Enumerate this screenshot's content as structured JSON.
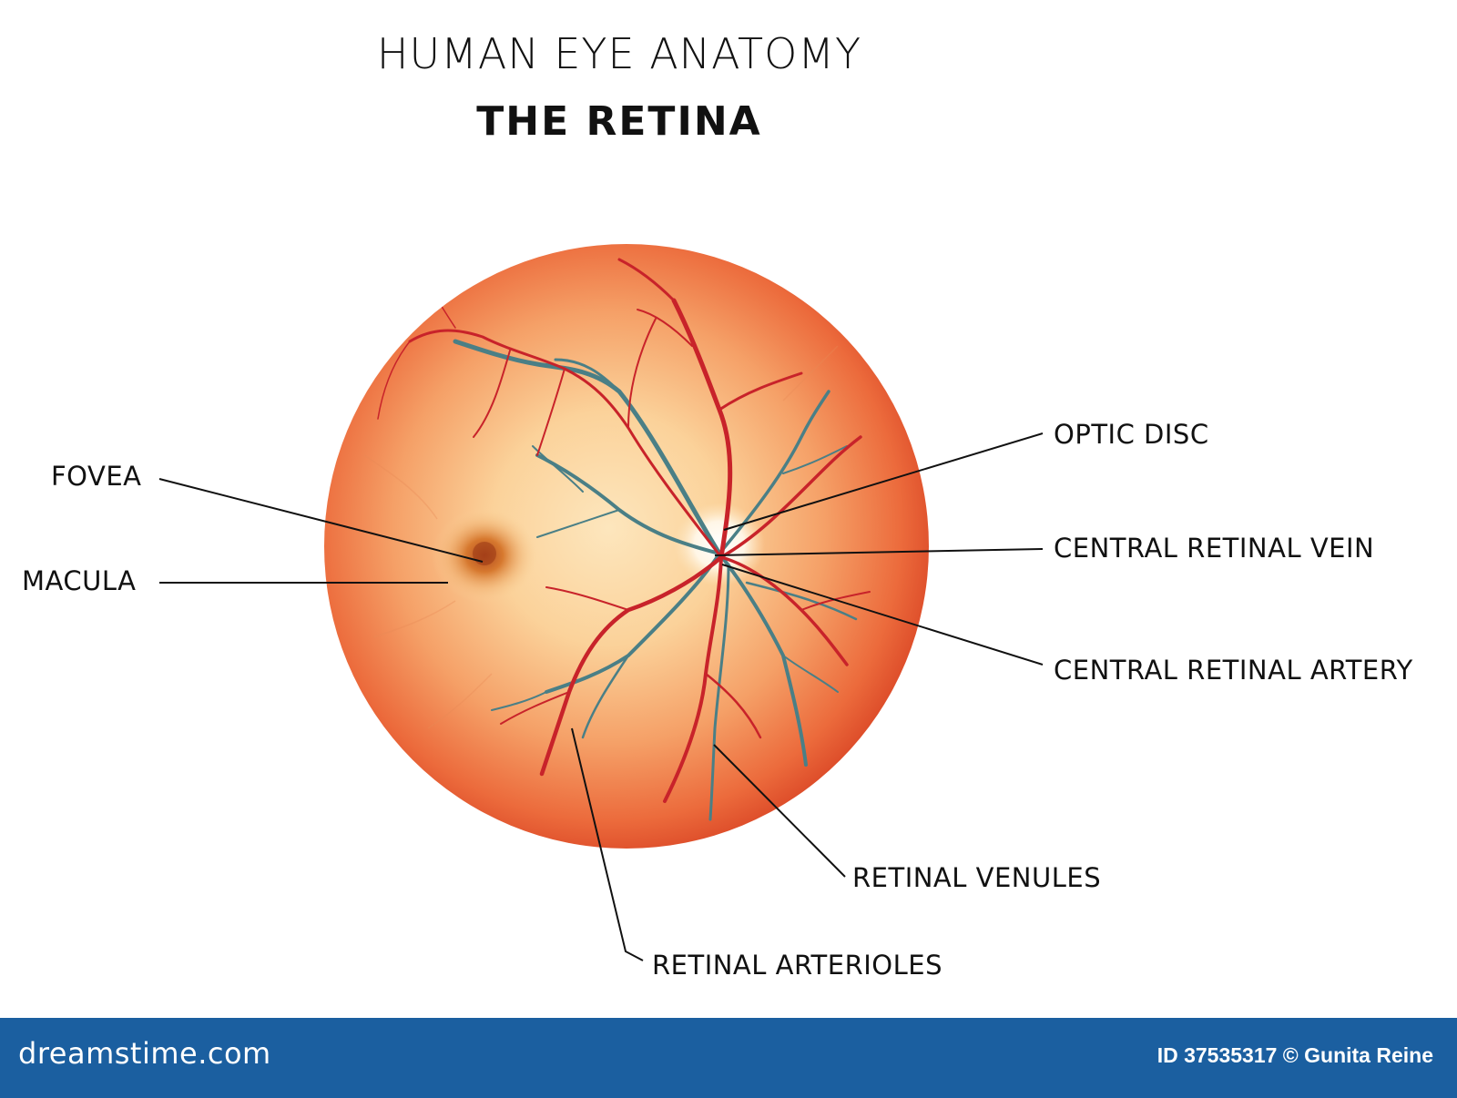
{
  "title": "HUMAN EYE ANATOMY",
  "subtitle": "THE RETINA",
  "labels": {
    "optic_disc": "OPTIC DISC",
    "central_retinal_vein": "CENTRAL RETINAL VEIN",
    "central_retinal_artery": "CENTRAL RETINAL ARTERY",
    "fovea": "FOVEA",
    "macula": "MACULA",
    "retinal_venules": "RETINAL VENULES",
    "retinal_arterioles": "RETINAL ARTERIOLES"
  },
  "footer": {
    "brand": "dreamstime.com",
    "credit": "ID 37535317 © Gunita Reine"
  },
  "colors": {
    "artery": "#c8232a",
    "vein": "#4a7f86",
    "footer_bg": "#1b5fa0",
    "retina_center": "#fce0b0",
    "retina_edge": "#e24a2a"
  }
}
